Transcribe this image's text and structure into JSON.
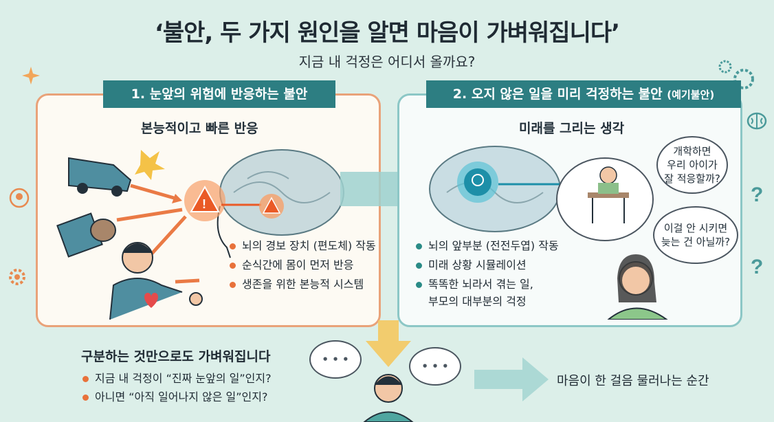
{
  "header": {
    "title": "‘불안, 두 가지 원인을 알면 마음이 가벼워집니다’",
    "subtitle": "지금 내 걱정은 어디서 올까요?"
  },
  "left_panel": {
    "ribbon": "1. 눈앞의 위험에 반응하는 불안",
    "heading": "본능적이고 빠른 반응",
    "bullets": [
      "뇌의 경보 장치 (편도체) 작동",
      "순식간에 몸이 먼저 반응",
      "생존을 위한 본능적 시스템"
    ]
  },
  "right_panel": {
    "ribbon": "2. 오지 않은 일을 미리 걱정하는 불안",
    "ribbon_note": "(예기불안)",
    "heading": "미래를 그리는 생각",
    "bullets": [
      "뇌의 앞부분 (전전두엽) 작동",
      "미래 상황 시뮬레이션",
      "똑똑한 뇌라서 겪는 일,",
      "부모의 대부분의 걱정"
    ],
    "thought_1": "개학하면\n우리 아이가\n잘 적응할까?",
    "thought_2": "이걸 안 시키면\n늦는 건 아닐까?"
  },
  "bottom": {
    "title": "구분하는 것만으로도 가벼워집니다",
    "bullets": [
      "지금 내 걱정이 “진짜 눈앞의 일”인지?",
      "아니면 “아직 일어나지 않은 일”인지?"
    ],
    "conclusion": "마음이 한 걸음 물러나는 순간",
    "dots": "• • •"
  },
  "colors": {
    "background": "#dcefe9",
    "accent_orange": "#e8713a",
    "accent_teal": "#2d7e82",
    "panel_left_border": "#e9a279",
    "panel_right_border": "#8cc7c6"
  },
  "icons": [
    "sparkle-icon",
    "gear-icon",
    "brain-icon",
    "question-icon",
    "warning-icon",
    "heart-icon",
    "car-icon",
    "rock-icon",
    "head-brain-icon"
  ]
}
